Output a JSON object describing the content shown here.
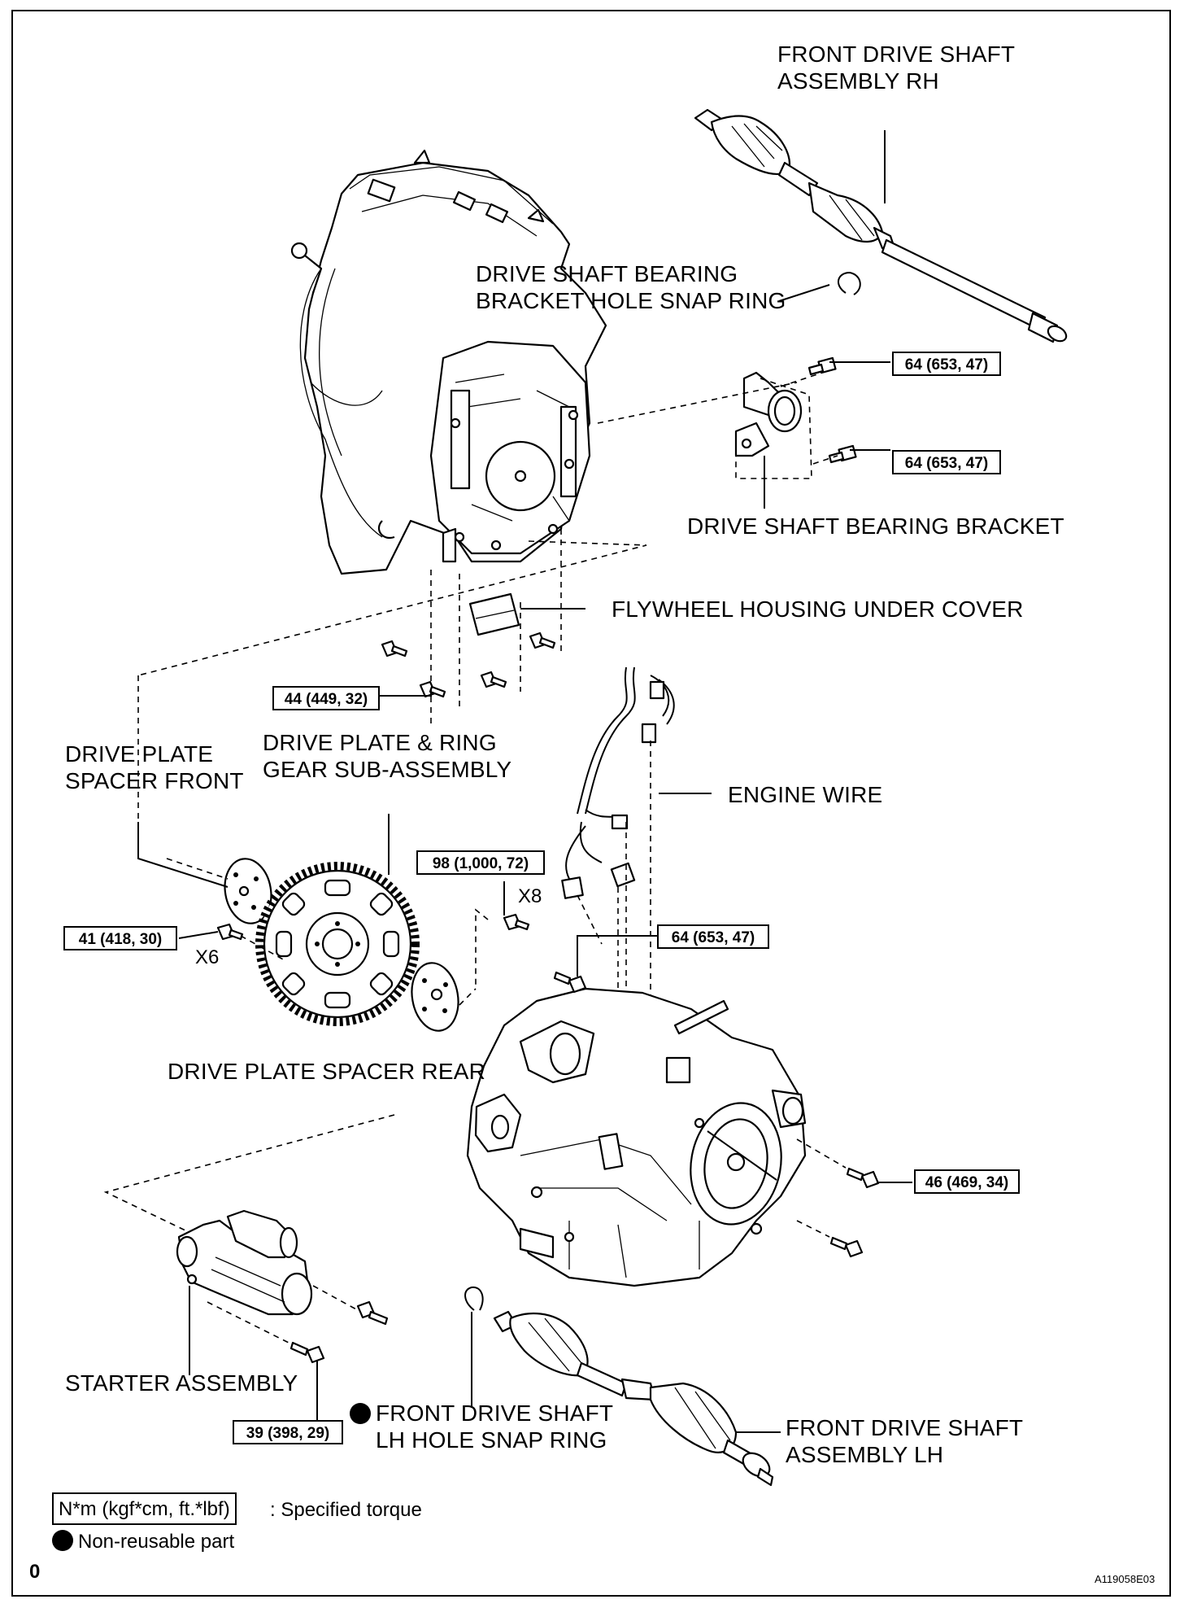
{
  "labels": {
    "front_drive_shaft_rh": [
      "FRONT DRIVE SHAFT",
      "ASSEMBLY RH"
    ],
    "bracket_snap_ring": [
      "DRIVE SHAFT BEARING",
      "BRACKET HOLE SNAP RING"
    ],
    "bearing_bracket": "DRIVE SHAFT BEARING BRACKET",
    "flywheel_cover": "FLYWHEEL HOUSING UNDER COVER",
    "drive_plate_spacer_front": [
      "DRIVE PLATE",
      "SPACER FRONT"
    ],
    "drive_plate_ring_gear": [
      "DRIVE PLATE & RING",
      "GEAR SUB-ASSEMBLY"
    ],
    "engine_wire": "ENGINE WIRE",
    "drive_plate_spacer_rear": "DRIVE PLATE SPACER REAR",
    "starter_assembly": "STARTER ASSEMBLY",
    "lh_snap_ring": [
      "FRONT DRIVE SHAFT",
      "LH HOLE SNAP RING"
    ],
    "front_drive_shaft_lh": [
      "FRONT DRIVE SHAFT",
      "ASSEMBLY LH"
    ]
  },
  "torques": {
    "bracket_upper": "64 (653, 47)",
    "bracket_lower": "64 (653, 47)",
    "cover_bolt": "44 (449, 32)",
    "ring_gear_bolts": "98 (1,000, 72)",
    "drive_plate_bolts": "41 (418, 30)",
    "transaxle_upper": "64 (653, 47)",
    "transaxle_right": "46 (469, 34)",
    "starter_bolt": "39 (398, 29)"
  },
  "multipliers": {
    "ring_gear_bolts": "X8",
    "drive_plate_bolts": "X6"
  },
  "legend": {
    "torque_units": "N*m (kgf*cm, ft.*lbf)",
    "torque_desc": ": Specified torque",
    "non_reusable": "Non-reusable part"
  },
  "figure_code": "A119058E03",
  "page_marker": "0"
}
